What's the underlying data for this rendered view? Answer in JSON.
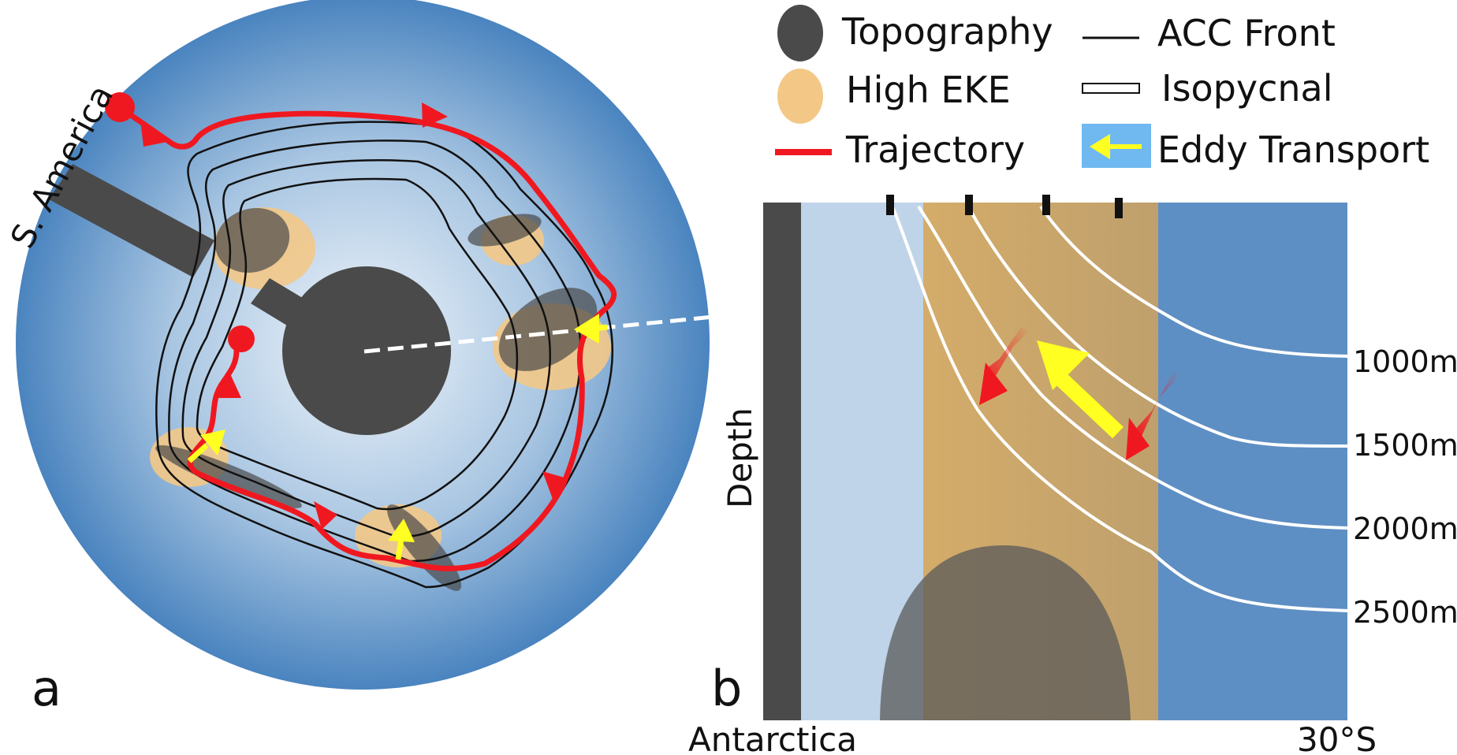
{
  "panel_a": {
    "letter": "a",
    "continent_label": "S. America"
  },
  "panel_b": {
    "letter": "b",
    "y_axis_label": "Depth",
    "x_left_label": "Antarctica",
    "x_right_label": "30°S",
    "depth_labels": [
      "1000m",
      "1500m",
      "2000m",
      "2500m"
    ]
  },
  "legend": {
    "topography": "Topography",
    "high_eke": "High EKE",
    "trajectory": "Trajectory",
    "acc_front": "ACC Front",
    "isopycnal": "Isopycnal",
    "eddy_transport": "Eddy Transport"
  },
  "colors": {
    "topography": "#4a4a4a",
    "high_eke": "#f3c887",
    "trajectory": "#f01820",
    "eddy_arrow": "#ffff22",
    "eddy_box": "#6fb9f0",
    "ocean_edge": "#4a84bf",
    "ocean_center": "#eef4fa"
  }
}
